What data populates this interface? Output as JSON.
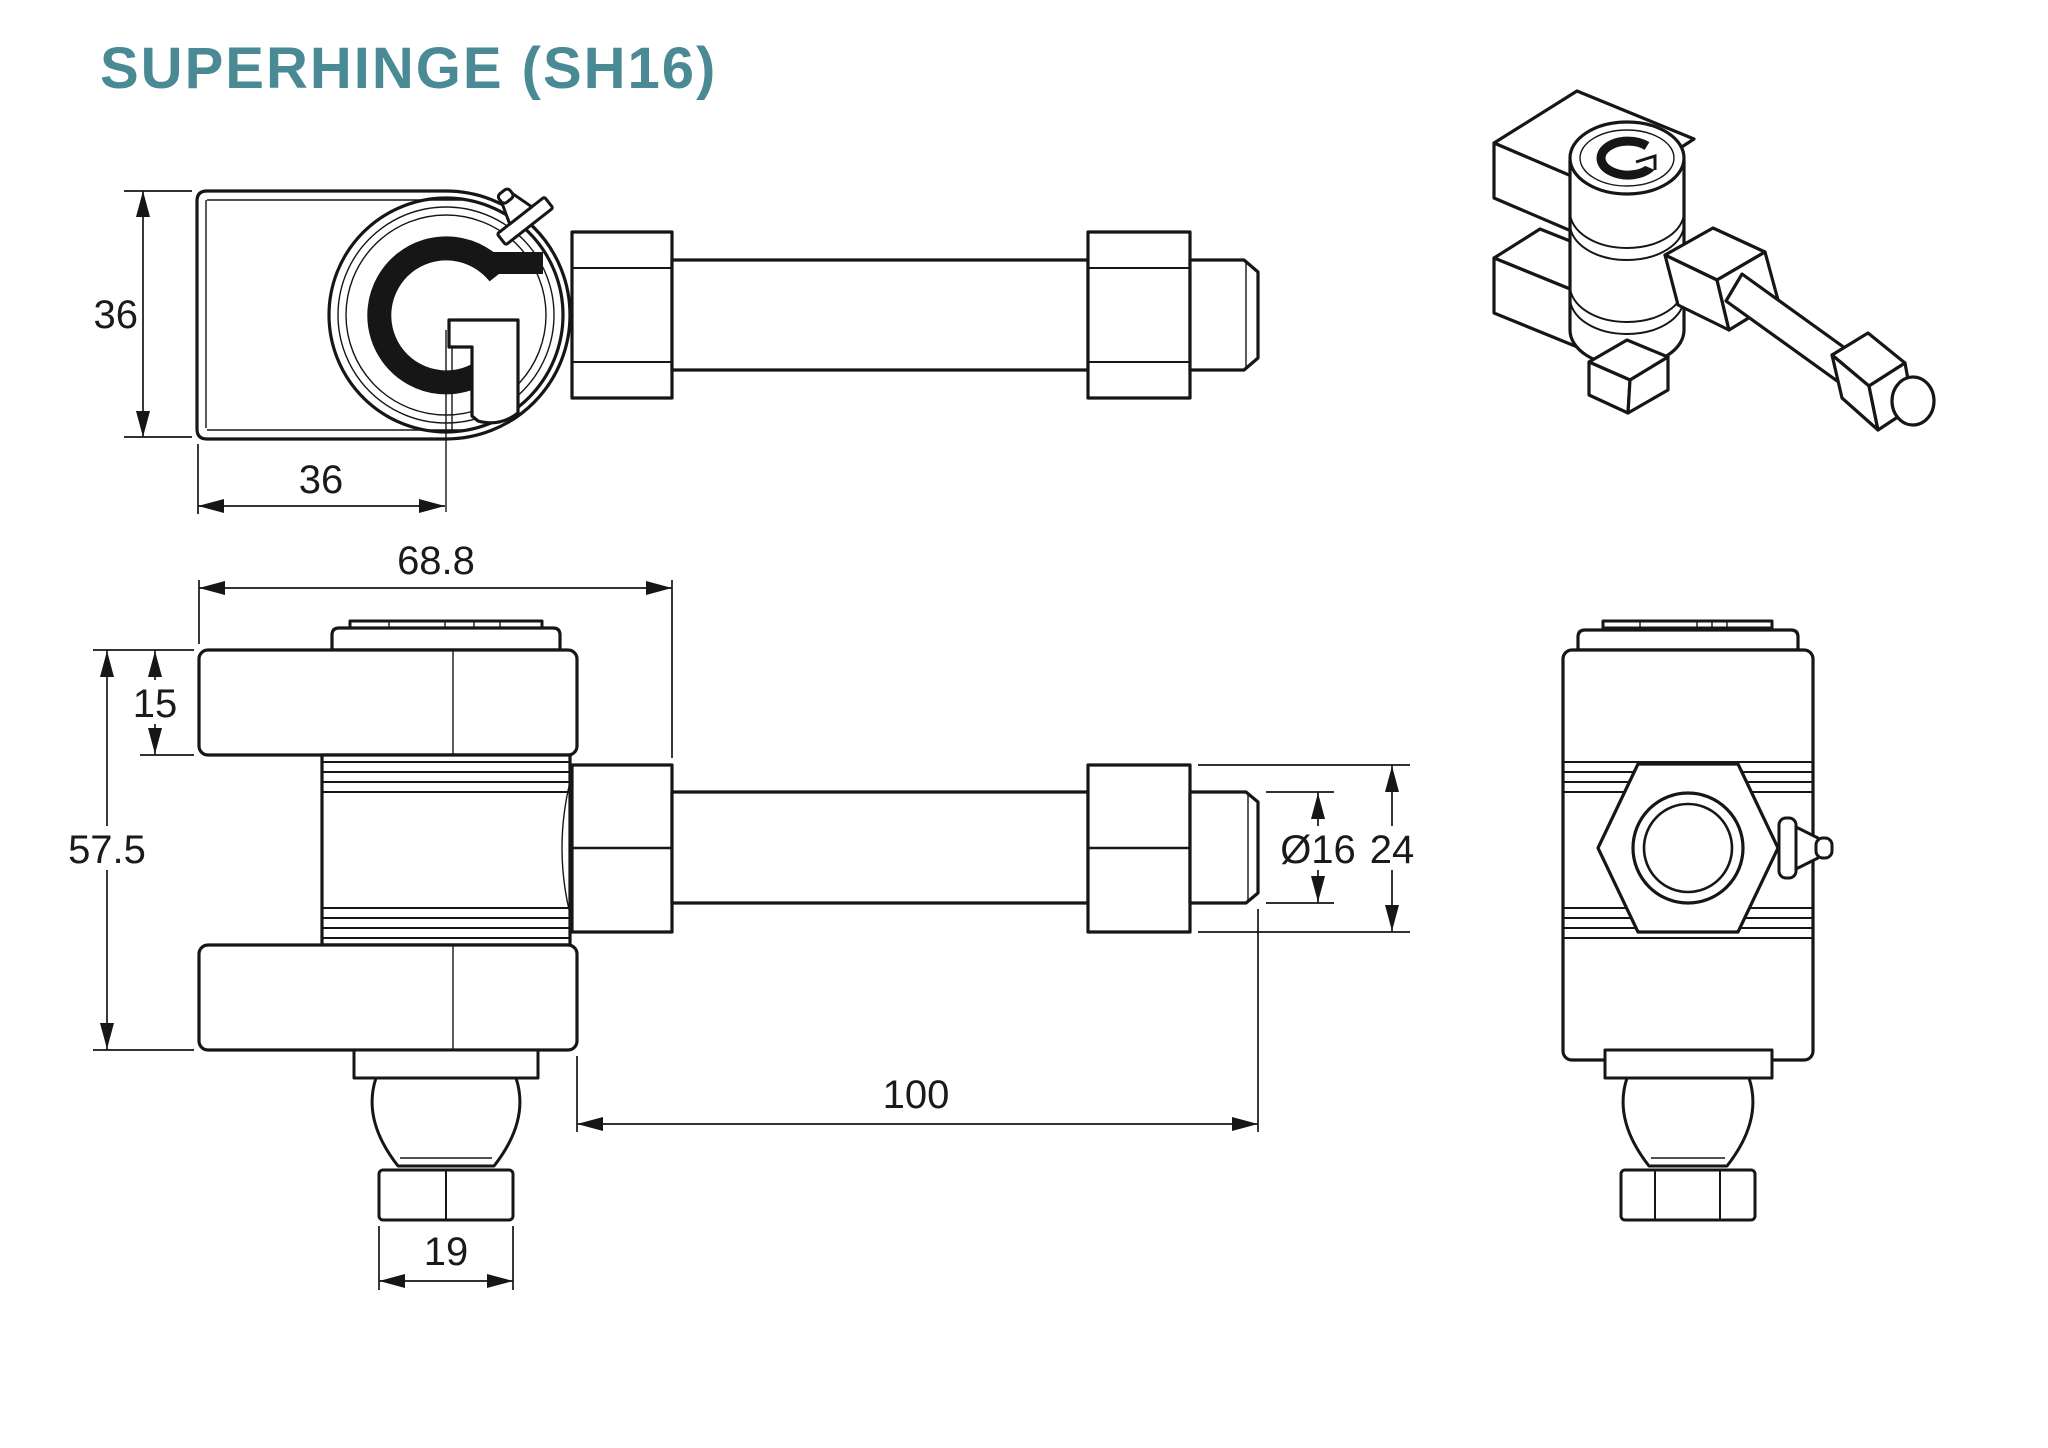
{
  "title": "SUPERHINGE (SH16)",
  "logo_mark": "G",
  "colors": {
    "accent": "#4a8a94",
    "line": "#161616"
  },
  "dimensions": {
    "knuckle_height": "36",
    "knuckle_width": "36",
    "leaf_length": "68.8",
    "plate_thickness": "15",
    "overall_height": "57.5",
    "shaft_diameter": "Ø16",
    "nut_across_flats": "24",
    "shaft_length": "100",
    "bottom_nut_width": "19"
  }
}
